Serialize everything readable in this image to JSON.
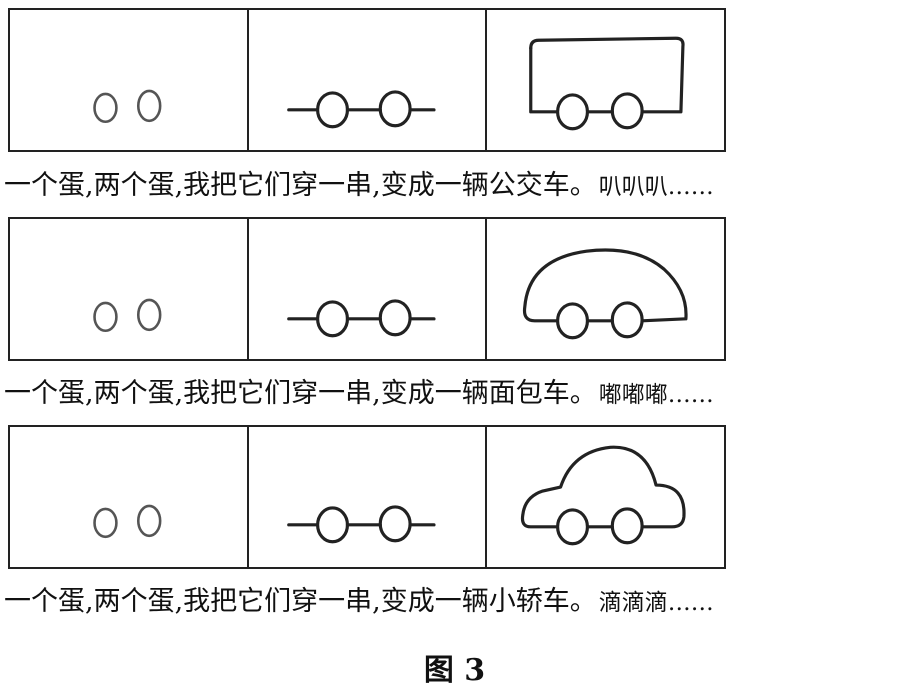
{
  "rows": [
    {
      "vehicle": "bus",
      "caption": "一个蛋,两个蛋,我把它们穿一串,变成一辆公交车。",
      "sound": "叭叭叭……"
    },
    {
      "vehicle": "van",
      "caption": "一个蛋,两个蛋,我把它们穿一串,变成一辆面包车。",
      "sound": "嘟嘟嘟……"
    },
    {
      "vehicle": "car",
      "caption": "一个蛋,两个蛋,我把它们穿一串,变成一辆小轿车。",
      "sound": "滴滴滴……"
    }
  ],
  "figure_label": "图 3"
}
